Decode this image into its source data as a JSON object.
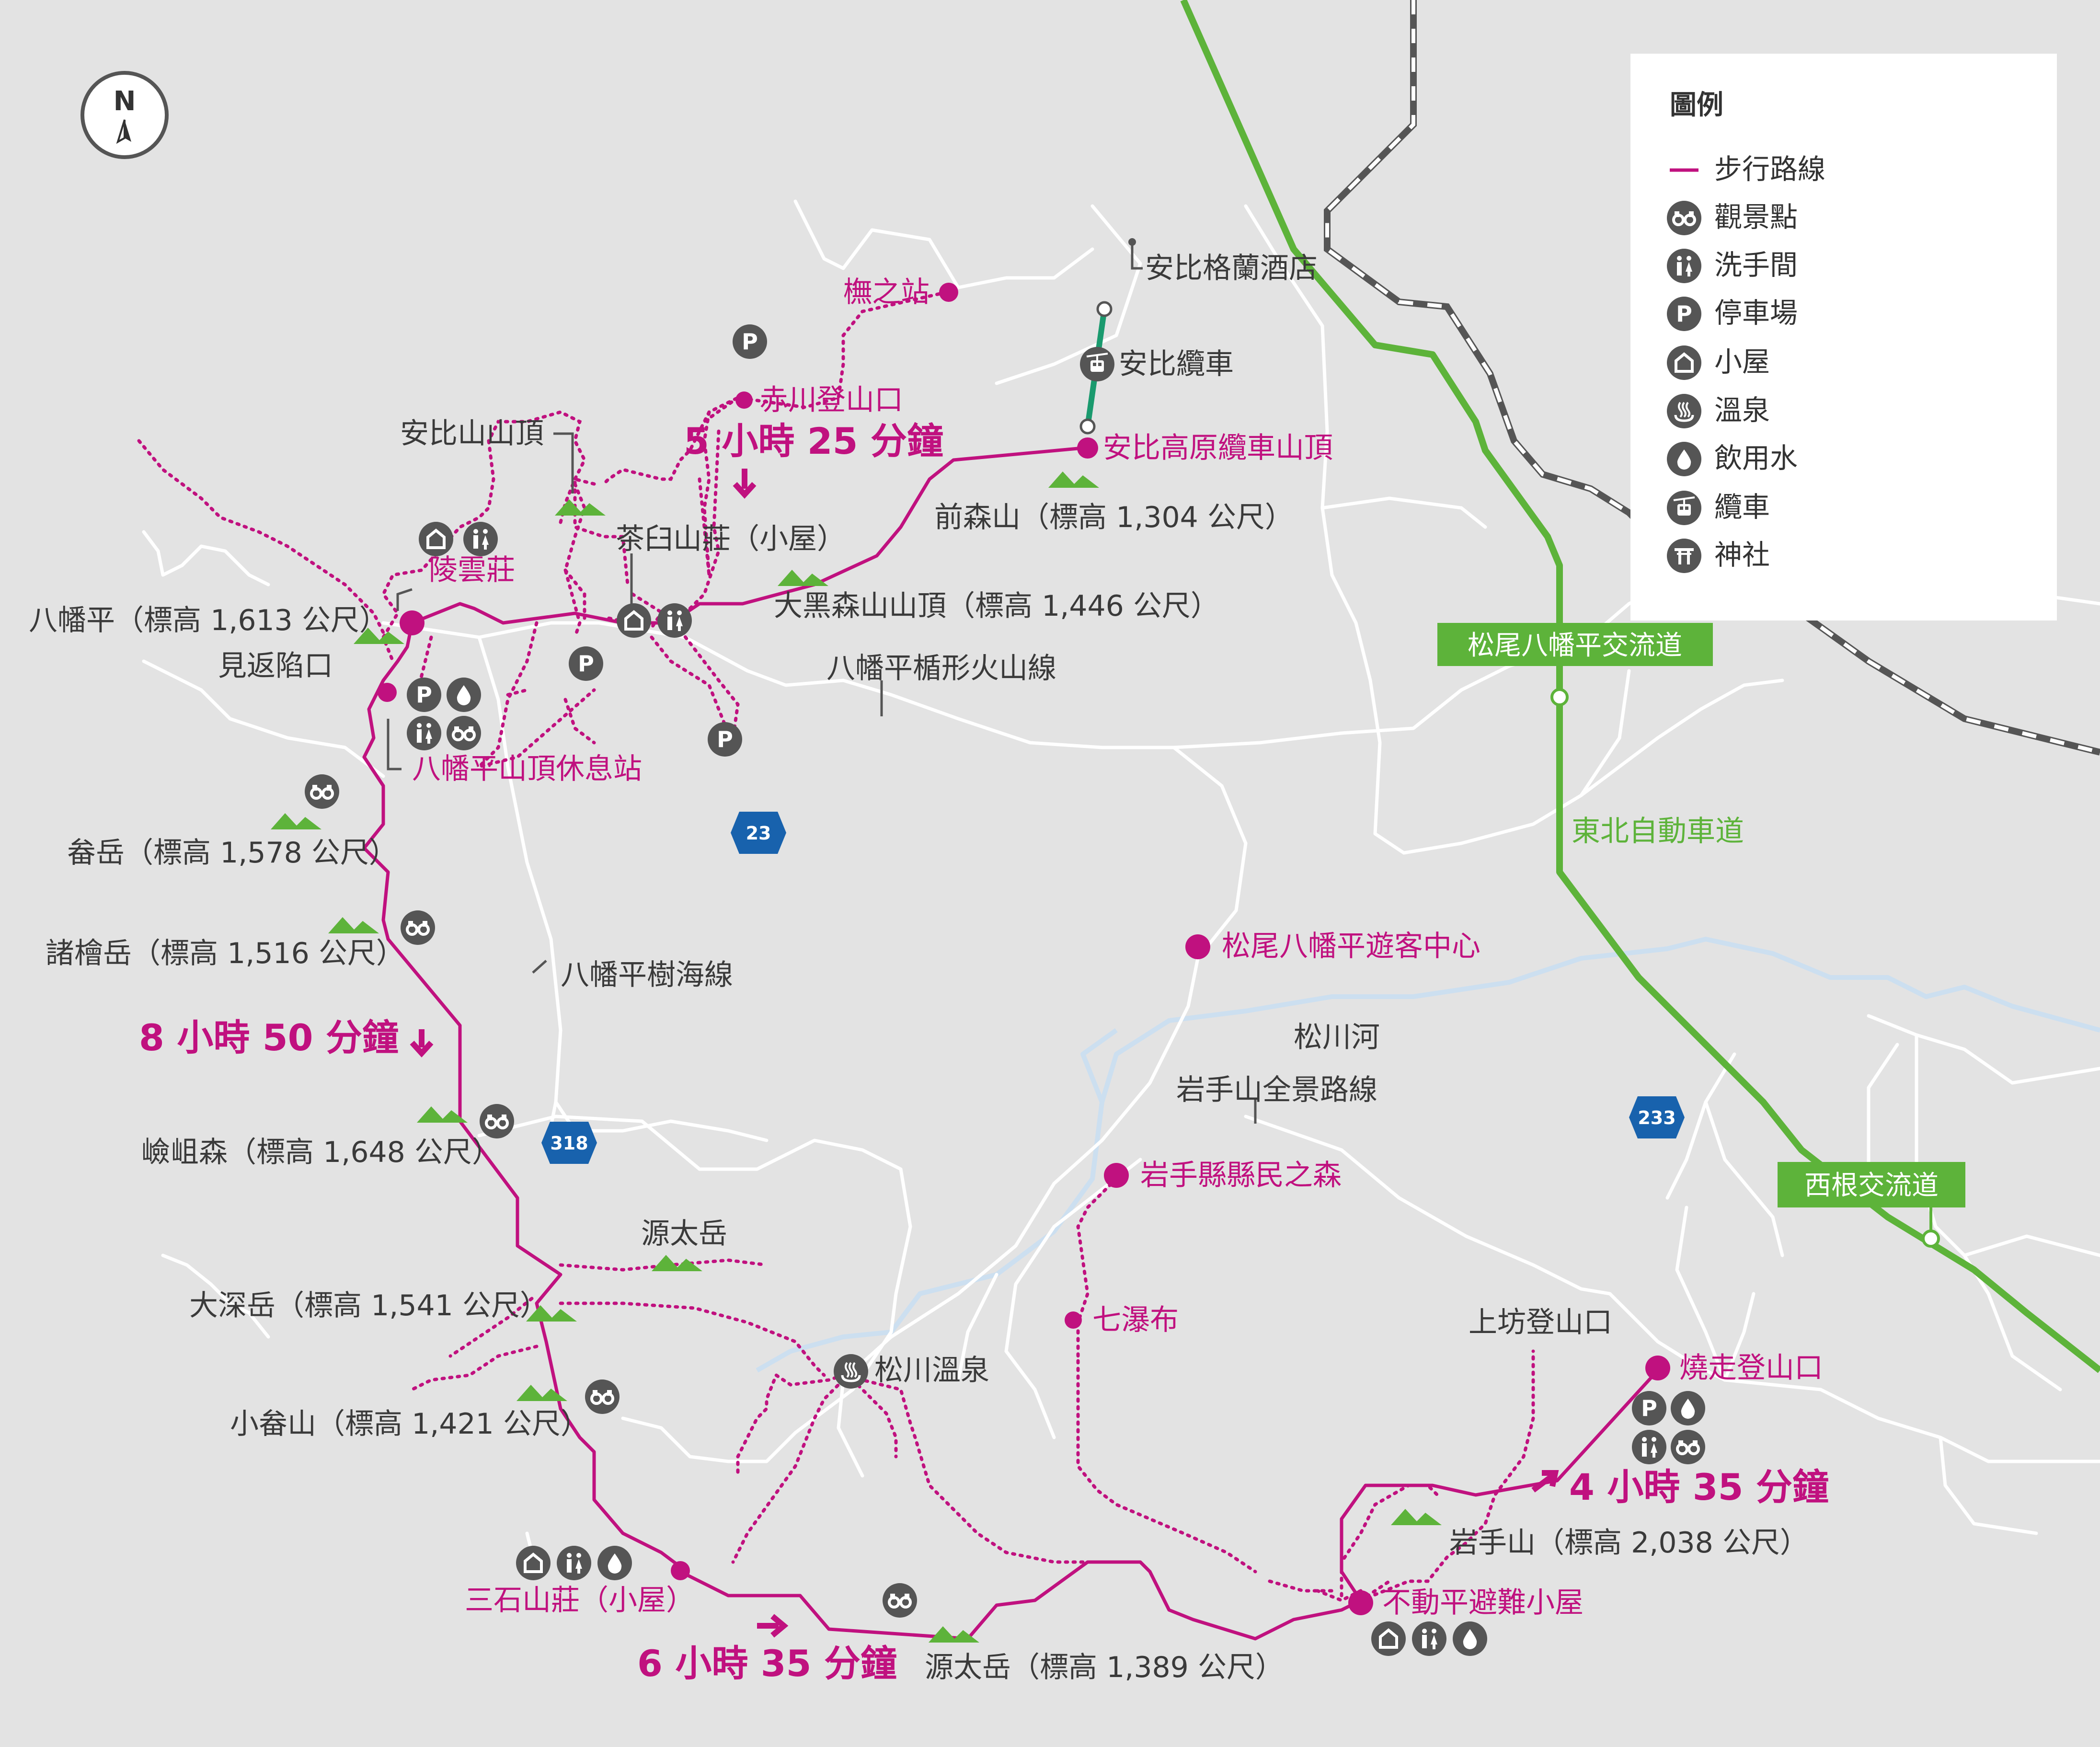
{
  "compass": "N",
  "legend": {
    "title": "圖例",
    "items": [
      {
        "icon": "walking-route-line",
        "label": "步行路線"
      },
      {
        "icon": "binoculars-icon",
        "label": "觀景點"
      },
      {
        "icon": "toilet-icon",
        "label": "洗手間"
      },
      {
        "icon": "parking-icon",
        "label": "停車場"
      },
      {
        "icon": "hut-icon",
        "label": "小屋"
      },
      {
        "icon": "hot-spring-icon",
        "label": "溫泉"
      },
      {
        "icon": "water-icon",
        "label": "飲用水"
      },
      {
        "icon": "ropeway-icon",
        "label": "纜車"
      },
      {
        "icon": "shrine-icon",
        "label": "神社"
      }
    ]
  },
  "interchanges": {
    "matsuo": "松尾八幡平交流道",
    "nishine": "西根交流道"
  },
  "expressway": "東北自動車道",
  "routes": [
    "23",
    "318",
    "233"
  ],
  "times": {
    "t1": "5 小時 25 分鐘",
    "t2": "8 小時 50 分鐘",
    "t3": "6 小時 35 分鐘",
    "t4": "4 小時 35 分鐘"
  },
  "places": {
    "nadeshiko": "橅之站",
    "akagawa": "赤川登山口",
    "appi_hotel": "安比格蘭酒店",
    "appi_ropeway": "安比纜車",
    "appi_summit": "安比高原纜車山頂",
    "maemori": "前森山（標高 1,304 公尺）",
    "appi_peak": "安比山山頂",
    "ryounso": "陵雲莊",
    "chausu": "茶臼山莊（小屋）",
    "ookuro": "大黑森山山頂（標高 1,446 公尺）",
    "hachimantai": "八幡平（標高 1,613 公尺）",
    "mikaeri": "見返陷口",
    "rest_station": "八幡平山頂休息站",
    "aspite": "八幡平楯形火山線",
    "mokko": "畚岳（標高 1,578 公尺）",
    "morosuge": "諸檜岳（標高 1,516 公尺）",
    "jukai": "八幡平樹海線",
    "visitor_center": "松尾八幡平遊客中心",
    "matsukawa_river": "松川河",
    "panorama": "岩手山全景路線",
    "kensominmori": "岩手縣縣民之森",
    "gansho": "嶮岨森（標高 1,648 公尺）",
    "gentadake_n": "源太岳",
    "ofuka": "大深岳（標高 1,541 公尺）",
    "nanataki": "七瀑布",
    "matsukawa_onsen": "松川溫泉",
    "komokko": "小畚山（標高 1,421 公尺）",
    "kamibo": "上坊登山口",
    "yakehashiri": "燒走登山口",
    "iwate": "岩手山（標高 2,038 公尺）",
    "mitsuishi": "三石山莊（小屋）",
    "fudoudaira": "不動平避難小屋",
    "gentadake_s": "源太岳（標高 1,389 公尺）"
  },
  "colors": {
    "background": "#e3e3e3",
    "road": "#ffffff",
    "route": "#c0117f",
    "expressway": "#5db33a",
    "mountain": "#5db33a",
    "river": "#ccdff0",
    "badge": "#1862ad",
    "icon": "#555555",
    "ropeway": "#1a9a6e"
  }
}
